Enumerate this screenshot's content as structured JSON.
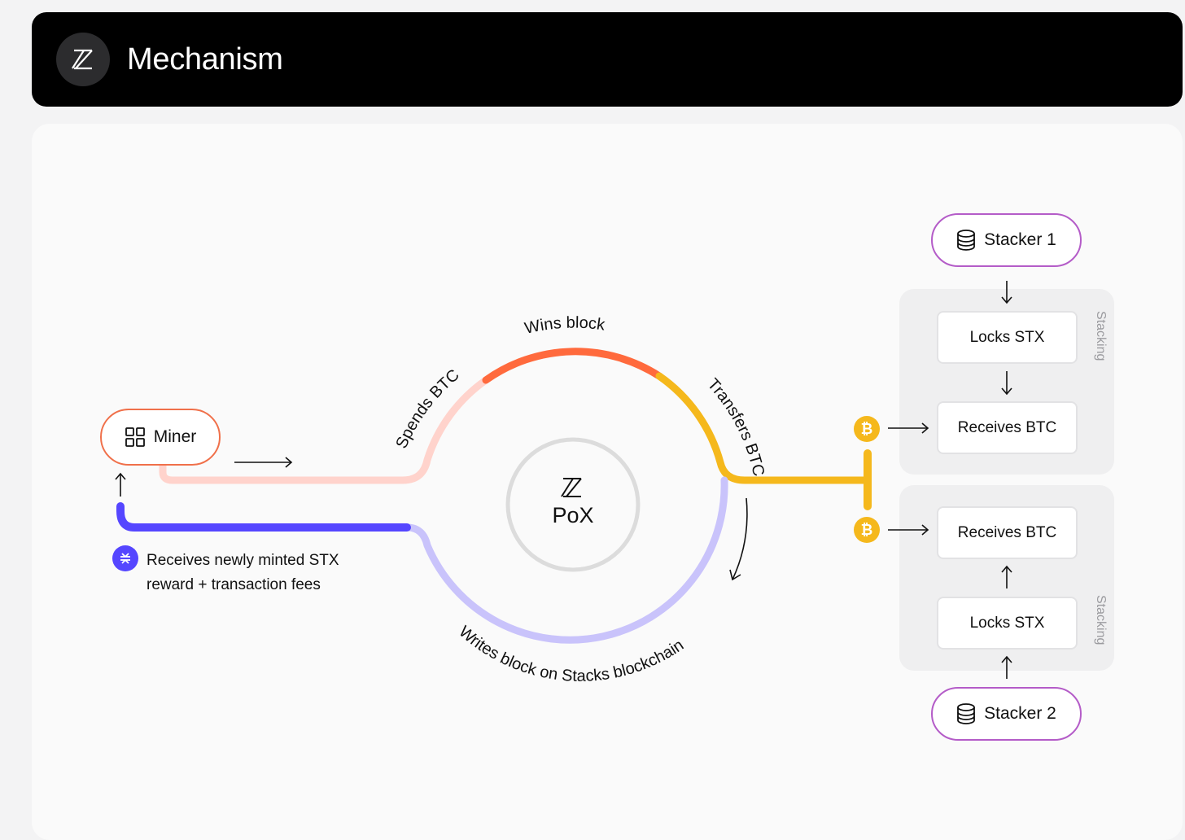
{
  "header": {
    "title": "Mechanism",
    "logo_icon": "stacks-logo-icon"
  },
  "diagram": {
    "center_label": "PoX",
    "miner": {
      "label": "Miner",
      "icon": "grid-icon",
      "border_color": "#f0704a"
    },
    "reward": {
      "line1": "Receives newly minted STX",
      "line2": "reward + transaction fees",
      "icon": "stx-icon",
      "color": "#5546ff"
    },
    "arc_labels": {
      "spends": "Spends BTC",
      "wins": "Wins block",
      "transfers": "Transfers BTC",
      "writes": "Writes block on Stacks blockchain"
    },
    "stackers": [
      {
        "label": "Stacker 1",
        "icon": "database-icon"
      },
      {
        "label": "Stacker 2",
        "icon": "database-icon"
      }
    ],
    "groups": [
      {
        "locks": "Locks STX",
        "receives": "Receives BTC",
        "side_label": "Stacking"
      },
      {
        "locks": "Locks STX",
        "receives": "Receives BTC",
        "side_label": "Stacking"
      }
    ],
    "btc_symbol": "₿",
    "colors": {
      "spends": "#ffd3cc",
      "wins": "#ff6a3d",
      "transfers": "#f5b81c",
      "writes": "#c9c3fb",
      "stacker_border": "#b45cc8"
    }
  }
}
